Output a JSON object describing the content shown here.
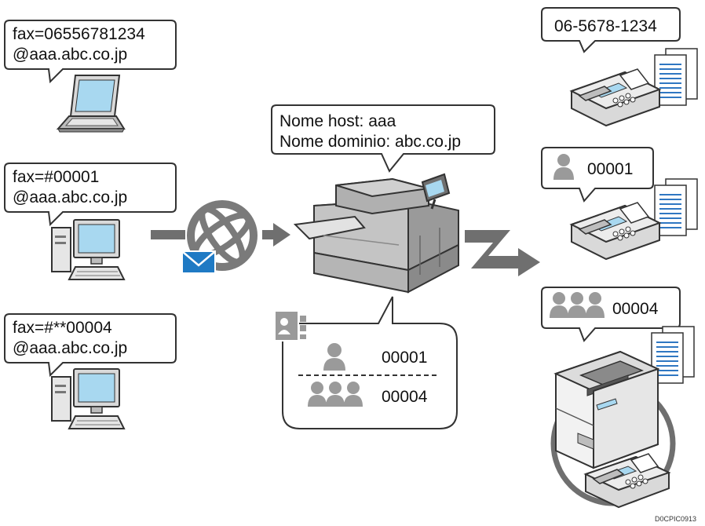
{
  "senders": [
    {
      "line1": "fax=06556781234",
      "line2": "@aaa.abc.co.jp"
    },
    {
      "line1": "fax=#00001",
      "line2": "@aaa.abc.co.jp"
    },
    {
      "line1": "fax=#**00004",
      "line2": "@aaa.abc.co.jp"
    }
  ],
  "machine": {
    "host": "Nome host: aaa",
    "domain": "Nome dominio: abc.co.jp"
  },
  "address_book": {
    "single": "00001",
    "group": "00004"
  },
  "destinations": {
    "fax_number": "06-5678-1234",
    "single_dest": "00001",
    "group_dest": "00004"
  },
  "figure_id": "D0CPIC0913",
  "colors": {
    "outline": "#333333",
    "gray_dark": "#6f6f6f",
    "gray_mid": "#9a9a9a",
    "gray_light": "#d9d9d9",
    "screen": "#a8d8f0",
    "doc_lines": "#2f77c2",
    "mail": "#1f7ac4"
  }
}
